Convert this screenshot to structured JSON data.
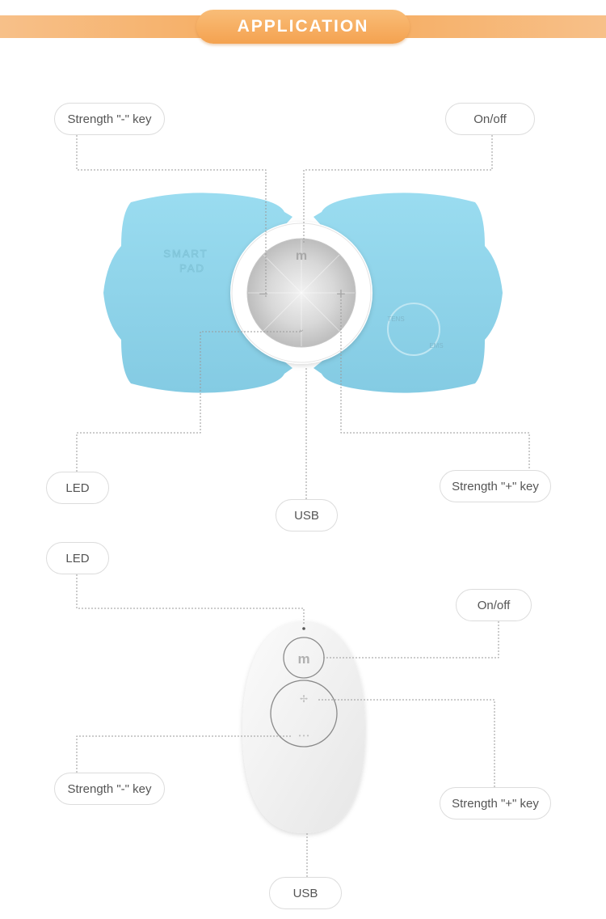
{
  "header": {
    "title": "APPLICATION"
  },
  "pad": {
    "brand_line1": "SMART",
    "brand_line2": "PAD",
    "mode_tens": "TENS",
    "mode_ems": "EMS"
  },
  "labels": {
    "top_minus": "Strength \"-\" key",
    "top_onoff": "On/off",
    "top_led": "LED",
    "top_usb": "USB",
    "top_plus": "Strength \"+\" key",
    "bottom_led": "LED",
    "bottom_onoff": "On/off",
    "bottom_minus": "Strength \"-\" key",
    "bottom_plus": "Strength \"+\" key",
    "bottom_usb": "USB"
  },
  "colors": {
    "header_orange": "#f6ad62",
    "pad_blue": "#8fd3ea",
    "remote_white": "#f4f4f4"
  }
}
